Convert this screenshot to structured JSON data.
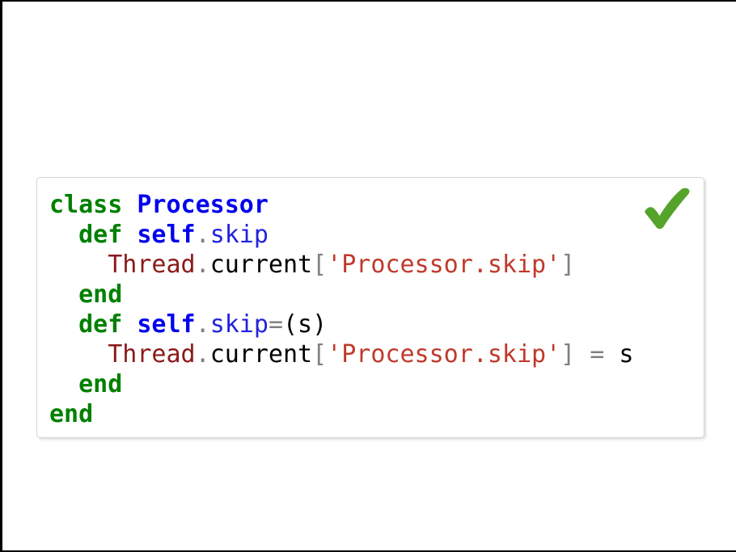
{
  "slide": {
    "background_color": "#ffffff",
    "frame_color": "#000000"
  },
  "code_card": {
    "background_color": "#ffffff",
    "border_color": "#d4d4d4",
    "language": "ruby",
    "status_icon": "check-icon",
    "status_color": "#55a32a",
    "lines": [
      {
        "indent": "",
        "tokens": [
          {
            "text": "class",
            "type": "keyword"
          },
          {
            "text": " ",
            "type": "space"
          },
          {
            "text": "Processor",
            "type": "class"
          }
        ]
      },
      {
        "indent": "  ",
        "tokens": [
          {
            "text": "def",
            "type": "keyword"
          },
          {
            "text": " ",
            "type": "space"
          },
          {
            "text": "self",
            "type": "self"
          },
          {
            "text": ".",
            "type": "punct"
          },
          {
            "text": "skip",
            "type": "method"
          }
        ]
      },
      {
        "indent": "    ",
        "tokens": [
          {
            "text": "Thread",
            "type": "const"
          },
          {
            "text": ".",
            "type": "punct"
          },
          {
            "text": "current",
            "type": "plain"
          },
          {
            "text": "[",
            "type": "punct"
          },
          {
            "text": "'Processor.skip'",
            "type": "string"
          },
          {
            "text": "]",
            "type": "punct"
          }
        ]
      },
      {
        "indent": "  ",
        "tokens": [
          {
            "text": "end",
            "type": "keyword"
          }
        ]
      },
      {
        "indent": "  ",
        "tokens": [
          {
            "text": "def",
            "type": "keyword"
          },
          {
            "text": " ",
            "type": "space"
          },
          {
            "text": "self",
            "type": "self"
          },
          {
            "text": ".",
            "type": "punct"
          },
          {
            "text": "skip",
            "type": "method"
          },
          {
            "text": "=",
            "type": "punct"
          },
          {
            "text": "(s)",
            "type": "plain"
          }
        ]
      },
      {
        "indent": "    ",
        "tokens": [
          {
            "text": "Thread",
            "type": "const"
          },
          {
            "text": ".",
            "type": "punct"
          },
          {
            "text": "current",
            "type": "plain"
          },
          {
            "text": "[",
            "type": "punct"
          },
          {
            "text": "'Processor.skip'",
            "type": "string"
          },
          {
            "text": "]",
            "type": "punct"
          },
          {
            "text": " ",
            "type": "space"
          },
          {
            "text": "=",
            "type": "punct"
          },
          {
            "text": " ",
            "type": "space"
          },
          {
            "text": "s",
            "type": "plain"
          }
        ]
      },
      {
        "indent": "  ",
        "tokens": [
          {
            "text": "end",
            "type": "keyword"
          }
        ]
      },
      {
        "indent": "",
        "tokens": [
          {
            "text": "end",
            "type": "keyword"
          }
        ]
      }
    ]
  }
}
